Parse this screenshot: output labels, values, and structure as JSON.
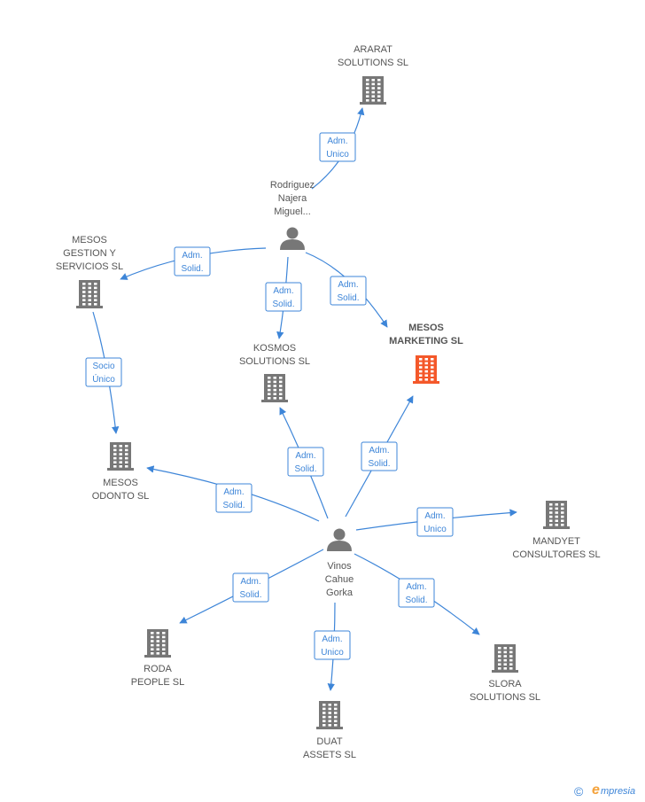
{
  "colors": {
    "edge": "#3d85d8",
    "company": "#777777",
    "focus_company": "#f4582a",
    "person": "#777777",
    "label": "#555555"
  },
  "nodes": [
    {
      "id": "ararat",
      "type": "company",
      "label": [
        "ARARAT",
        "SOLUTIONS SL"
      ]
    },
    {
      "id": "rodriguez",
      "type": "person",
      "label": [
        "Rodriguez",
        "Najera",
        "Miguel..."
      ]
    },
    {
      "id": "mesos_gestion",
      "type": "company",
      "label": [
        "MESOS",
        "GESTION Y",
        "SERVICIOS SL"
      ]
    },
    {
      "id": "kosmos",
      "type": "company",
      "label": [
        "KOSMOS",
        "SOLUTIONS SL"
      ]
    },
    {
      "id": "mesos_marketing",
      "type": "company",
      "focus": true,
      "label": [
        "MESOS",
        "MARKETING SL"
      ]
    },
    {
      "id": "mesos_odonto",
      "type": "company",
      "label": [
        "MESOS",
        "ODONTO SL"
      ]
    },
    {
      "id": "mandyet",
      "type": "company",
      "label": [
        "MANDYET",
        "CONSULTORES SL"
      ]
    },
    {
      "id": "vinos",
      "type": "person",
      "label": [
        "Vinos",
        "Cahue",
        "Gorka"
      ]
    },
    {
      "id": "roda",
      "type": "company",
      "label": [
        "RODA",
        "PEOPLE SL"
      ]
    },
    {
      "id": "slora",
      "type": "company",
      "label": [
        "SLORA",
        "SOLUTIONS SL"
      ]
    },
    {
      "id": "duat",
      "type": "company",
      "label": [
        "DUAT",
        "ASSETS SL"
      ]
    }
  ],
  "edges": [
    {
      "from": "rodriguez",
      "to": "ararat",
      "label": [
        "Adm.",
        "Unico"
      ]
    },
    {
      "from": "rodriguez",
      "to": "mesos_gestion",
      "label": [
        "Adm.",
        "Solid."
      ]
    },
    {
      "from": "rodriguez",
      "to": "kosmos",
      "label": [
        "Adm.",
        "Solid."
      ]
    },
    {
      "from": "rodriguez",
      "to": "mesos_marketing",
      "label": [
        "Adm.",
        "Solid."
      ]
    },
    {
      "from": "mesos_gestion",
      "to": "mesos_odonto",
      "label": [
        "Socio",
        "Único"
      ]
    },
    {
      "from": "vinos",
      "to": "kosmos",
      "label": [
        "Adm.",
        "Solid."
      ]
    },
    {
      "from": "vinos",
      "to": "mesos_marketing",
      "label": [
        "Adm.",
        "Solid."
      ]
    },
    {
      "from": "vinos",
      "to": "mesos_odonto",
      "label": [
        "Adm.",
        "Solid."
      ]
    },
    {
      "from": "vinos",
      "to": "mandyet",
      "label": [
        "Adm.",
        "Unico"
      ]
    },
    {
      "from": "vinos",
      "to": "roda",
      "label": [
        "Adm.",
        "Solid."
      ]
    },
    {
      "from": "vinos",
      "to": "slora",
      "label": [
        "Adm.",
        "Solid."
      ]
    },
    {
      "from": "vinos",
      "to": "duat",
      "label": [
        "Adm.",
        "Unico"
      ]
    }
  ],
  "footer": {
    "copyright": "©",
    "brand_e": "e",
    "brand_rest": "mpresia"
  }
}
